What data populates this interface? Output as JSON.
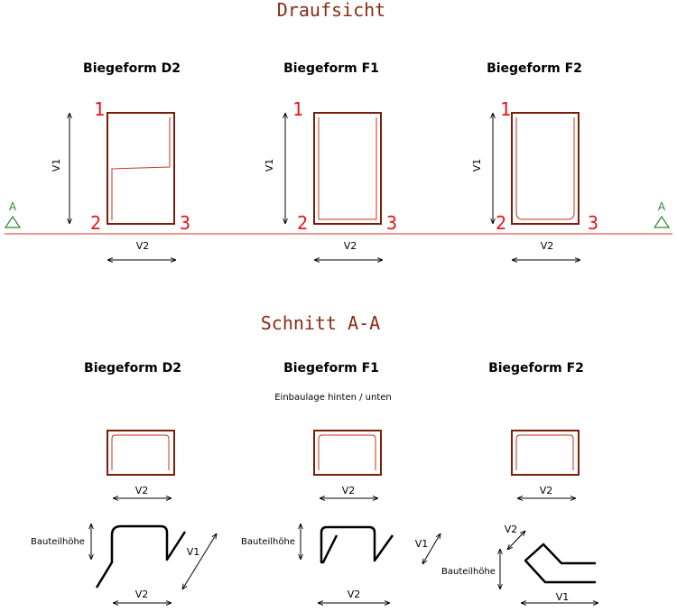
{
  "plan_view": {
    "title": "Draufsicht",
    "section_marker_left": "A",
    "section_marker_right": "A",
    "shapes": [
      {
        "heading": "Biegeform D2",
        "num_top": "1",
        "num_bottom_left": "2",
        "num_bottom_right": "3",
        "dim_vertical": "V1",
        "dim_horizontal": "V2"
      },
      {
        "heading": "Biegeform F1",
        "num_top": "1",
        "num_bottom_left": "2",
        "num_bottom_right": "3",
        "dim_vertical": "V1",
        "dim_horizontal": "V2"
      },
      {
        "heading": "Biegeform F2",
        "num_top": "1",
        "num_bottom_left": "2",
        "num_bottom_right": "3",
        "dim_vertical": "V1",
        "dim_horizontal": "V2"
      }
    ]
  },
  "section_view": {
    "title": "Schnitt A-A",
    "install_note": "Einbaulage hinten / unten",
    "shapes": [
      {
        "heading": "Biegeform D2",
        "dim_width": "V2",
        "dim_height": "Bauteilhöhe",
        "dim_diag": "V1",
        "dim_bottom": "V2"
      },
      {
        "heading": "Biegeform F1",
        "dim_width": "V2",
        "dim_height": "Bauteilhöhe",
        "dim_diag": "V1",
        "dim_bottom": "V2"
      },
      {
        "heading": "Biegeform F2",
        "dim_width": "V2",
        "dim_height": "Bauteilhöhe",
        "dim_diag": "V2",
        "dim_bottom": "V1"
      }
    ]
  },
  "colors": {
    "title": "#8b2a14",
    "bar_outline": "#7a1e0c",
    "bar_inner": "#c8321e",
    "numbers": "#e8141c",
    "marker": "#2c8a2c",
    "section_line": "#c8321e"
  }
}
